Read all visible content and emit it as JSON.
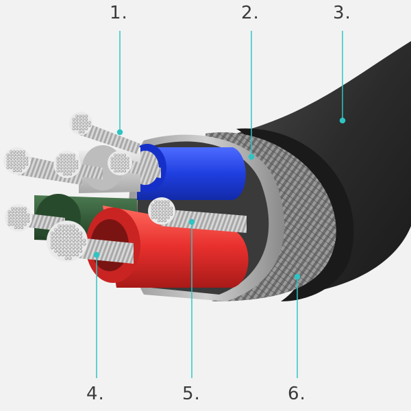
{
  "callouts": [
    {
      "id": "1",
      "label": "1."
    },
    {
      "id": "2",
      "label": "2."
    },
    {
      "id": "3",
      "label": "3."
    },
    {
      "id": "4",
      "label": "4."
    },
    {
      "id": "5",
      "label": "5."
    },
    {
      "id": "6",
      "label": "6."
    }
  ],
  "colors": {
    "background": "#f2f2f2",
    "leader_line": "#2fc4c4",
    "jacket": "#2b2b2b",
    "shield_foil": "#b8b8b8",
    "braid": "#7a7a7a",
    "wire_blue": "#1f3fe0",
    "wire_red": "#e8302e",
    "wire_green": "#2f5a34",
    "wire_white": "#d6d6d6",
    "strand_silver": "#c9c9c9"
  }
}
